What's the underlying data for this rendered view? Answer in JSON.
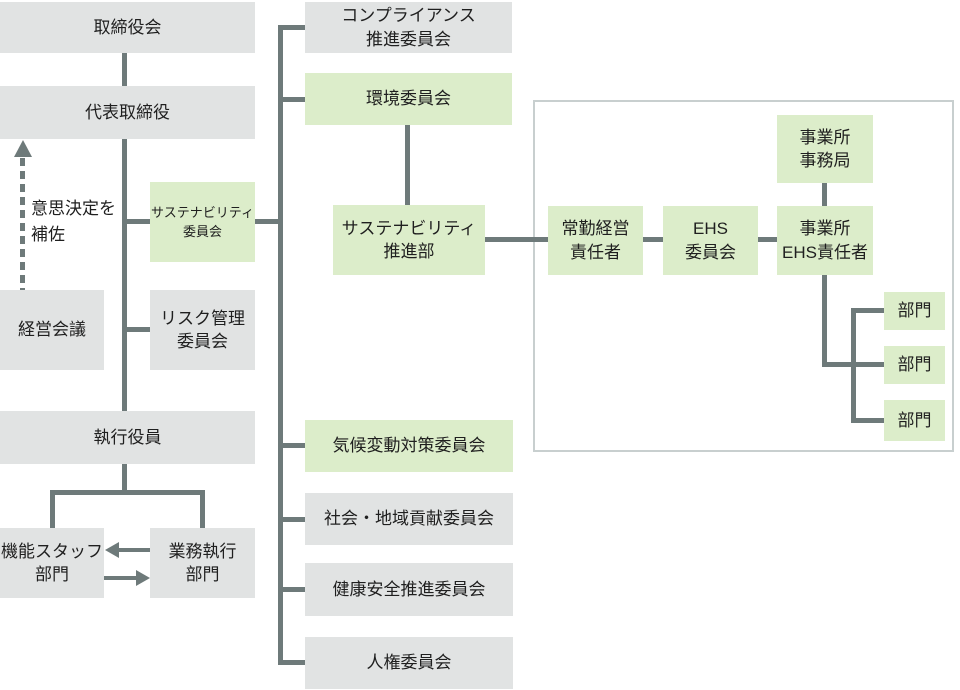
{
  "colors": {
    "gray_box": "#e1e3e3",
    "green_box": "#dcedca",
    "line": "#6e7a7a",
    "panel_border": "#c8cfcf",
    "text": "#1f1f1f",
    "background": "#ffffff"
  },
  "governance": {
    "board": "取締役会",
    "representative_director": "代表取締役",
    "management_meeting": "経営会議",
    "decision_support_note": "意思決定を\n補佐",
    "sustainability_committee": "サステナビリティ\n委員会",
    "risk_management_committee": "リスク管理\n委員会",
    "executive_officers": "執行役員",
    "functional_staff_division": "機能スタッフ\n部門",
    "business_execution_division": "業務執行\n部門"
  },
  "committees": {
    "compliance_promotion": "コンプライアンス\n推進委員会",
    "environment": "環境委員会",
    "sustainability_promotion_dept": "サステナビリティ\n推進部",
    "climate_change": "気候変動対策委員会",
    "social_community": "社会・地域貢献委員会",
    "health_safety_promotion": "健康安全推進委員会",
    "human_rights": "人権委員会"
  },
  "ehs_structure": {
    "office_secretariat": "事業所\n事務局",
    "fulltime_management_officer": "常勤経営\n責任者",
    "ehs_committee": "EHS\n委員会",
    "office_ehs_manager": "事業所\nEHS責任者",
    "departments": [
      "部門",
      "部門",
      "部門"
    ]
  }
}
